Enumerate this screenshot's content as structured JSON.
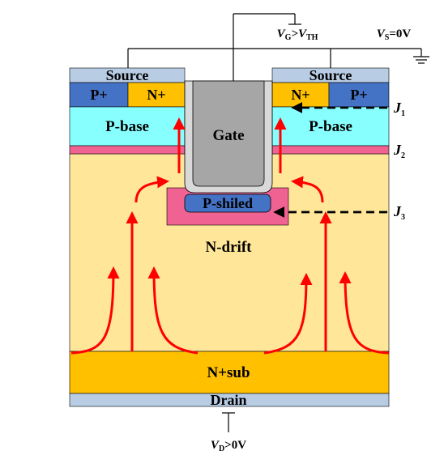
{
  "labels": {
    "source_left": "Source",
    "source_right": "Source",
    "p_plus_left": "P+",
    "n_plus_left": "N+",
    "n_plus_right": "N+",
    "p_plus_right": "P+",
    "p_base_left": "P-base",
    "p_base_right": "P-base",
    "gate": "Gate",
    "p_shield": "P-shiled",
    "n_drift": "N-drift",
    "n_sub": "N+sub",
    "drain": "Drain"
  },
  "terminals": {
    "gate_voltage": {
      "prefix": "V",
      "sub1": "G",
      "mid": ">V",
      "sub2": "TH"
    },
    "source_voltage": {
      "prefix": "V",
      "sub1": "S",
      "mid": "=0V"
    },
    "drain_voltage": {
      "prefix": "V",
      "sub1": "D",
      "mid": ">0V"
    }
  },
  "junctions": {
    "j1": {
      "letter": "J",
      "sub": "1"
    },
    "j2": {
      "letter": "J",
      "sub": "2"
    },
    "j3": {
      "letter": "J",
      "sub": "3"
    }
  },
  "colors": {
    "source_contact": "#b8cce4",
    "p_plus": "#4472c4",
    "n_plus": "#ffc000",
    "p_base": "#88ffff",
    "junction_strip": "#f06292",
    "n_drift": "#ffe699",
    "n_sub": "#ffc000",
    "drain_contact": "#b8cce4",
    "gate_fill": "#a6a6a6",
    "gate_oxide": "#d9d9d9",
    "p_shield": "#4472c4",
    "p_shield_halo": "#f06292",
    "current_arrow": "#ff0000"
  }
}
